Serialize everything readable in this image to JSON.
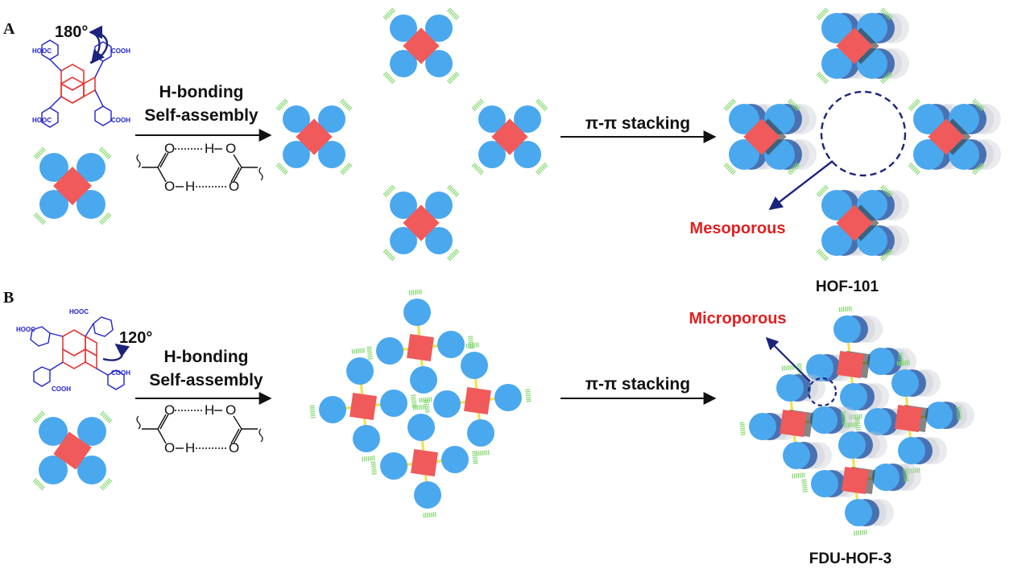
{
  "panels": [
    {
      "letter": "A",
      "angle": "180°",
      "cooh_labels": [
        "HOOC",
        "COOH",
        "HOOC",
        "COOH"
      ],
      "step1_line1": "H-bonding",
      "step1_line2": "Self-assembly",
      "hbond": {
        "o_top_left": "O",
        "h_top": "H",
        "o_top_right": "O",
        "o_bottom_left": "O",
        "h_bottom": "H",
        "o_bottom_right": "O"
      },
      "step2": "π-π stacking",
      "pore_label": "Mesoporous",
      "product": "HOF-101"
    },
    {
      "letter": "B",
      "angle": "120°",
      "cooh_labels": [
        "HOOC",
        "HOOC",
        "COOH",
        "COOH"
      ],
      "step1_line1": "H-bonding",
      "step1_line2": "Self-assembly",
      "hbond": {
        "o_top_left": "O",
        "h_top": "H",
        "o_top_right": "O",
        "o_bottom_left": "O",
        "h_bottom": "H",
        "o_bottom_right": "O"
      },
      "step2": "π-π stacking",
      "pore_label": "Microporous",
      "product": "FDU-HOF-3"
    }
  ],
  "colors": {
    "sphere": "#4aa8ee",
    "sphere_shadow": "#2f5ea8",
    "core": "#f05a5a",
    "linker": "#f2e04a",
    "fringe": "#7fd66b",
    "arrow": "#111111",
    "pore_ring": "#1a237e",
    "pore_text": "#e02020",
    "ligand_core": "#e53935",
    "ligand_arm": "#2222cc"
  }
}
